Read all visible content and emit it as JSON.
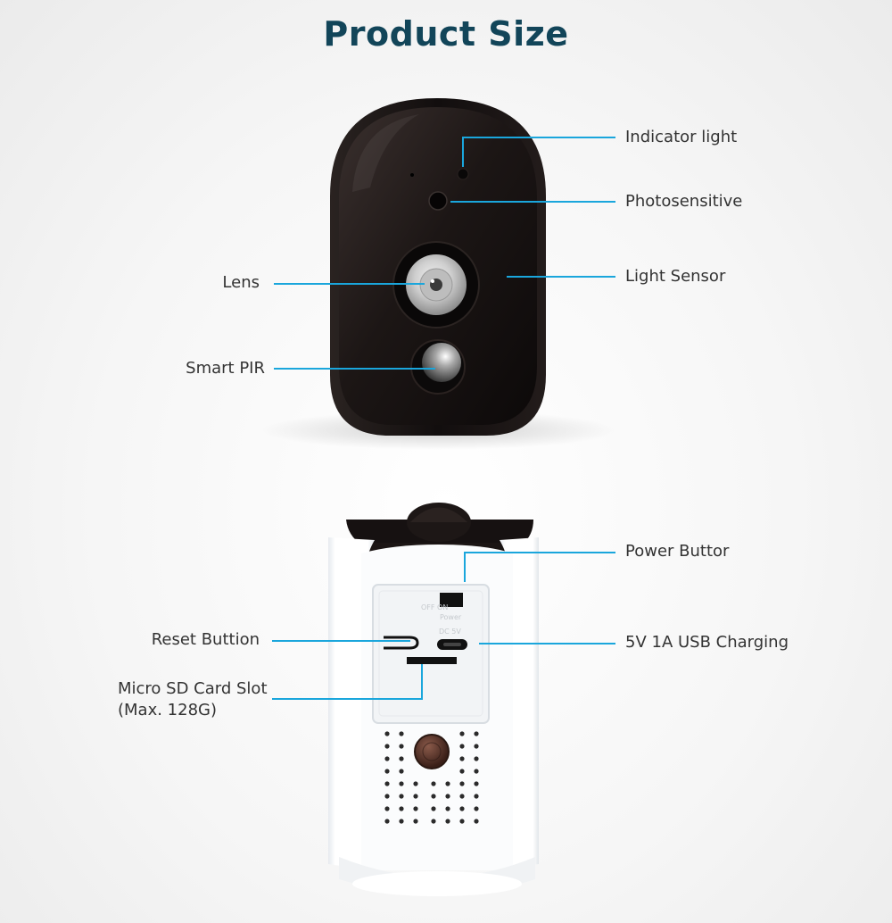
{
  "title": "Product Size",
  "labels": {
    "indicator_light": "Indicator light",
    "photosensitive": "Photosensitive",
    "light_sensor": "Light Sensor",
    "lens": "Lens",
    "smart_pir": "Smart PIR",
    "power_button": "Power Buttor",
    "reset_button": "Reset Buttion",
    "usb_charging": "5V 1A USB Charging",
    "sd_slot_line1": "Micro SD Card Slot",
    "sd_slot_line2": "(Max. 128G)"
  },
  "device_markings": {
    "switch": "OFF   ON",
    "power": "Power",
    "dc": "DC 5V"
  },
  "colors": {
    "title": "#124559",
    "callout_line": "#1aa6dc",
    "camera_body": "#1a1414",
    "camera_back": "#f4f6f8"
  }
}
